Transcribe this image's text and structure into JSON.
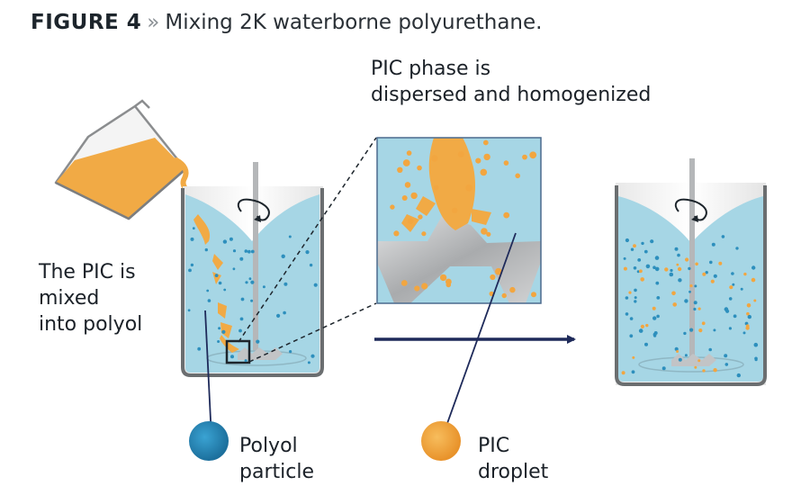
{
  "figure": {
    "number_label": "FIGURE 4",
    "separator": "»",
    "title": "Mixing 2K waterborne polyurethane."
  },
  "labels": {
    "pic_phase": [
      "PIC phase is",
      "dispersed and homogenized"
    ],
    "pic_mixed": [
      "The PIC is",
      "mixed",
      "into polyol"
    ],
    "polyol_particle": [
      "Polyol",
      "particle"
    ],
    "pic_droplet": [
      "PIC",
      "droplet"
    ]
  },
  "colors": {
    "water": "#a6d6e5",
    "pic_orange": "#f2a640",
    "polyol_dot": "#2d8fbd",
    "arrow": "#1e2a5a",
    "beaker_wall": "#6b6e70",
    "stirrer": "#b5b7b9"
  }
}
